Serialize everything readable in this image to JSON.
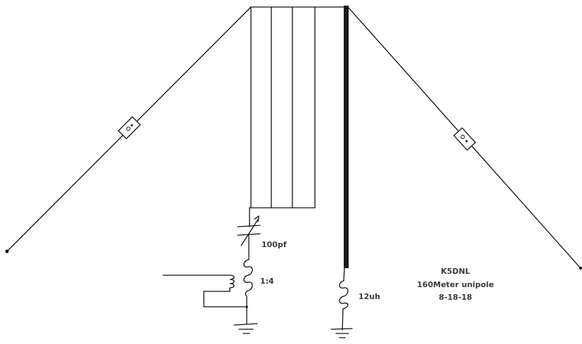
{
  "diagram": {
    "labels": {
      "capacitor": "100pf",
      "transformer": "1:4",
      "mast_coil": "12uh",
      "callsign": "K5DNL",
      "title": "160Meter unipole",
      "date": "8-18-18"
    }
  }
}
